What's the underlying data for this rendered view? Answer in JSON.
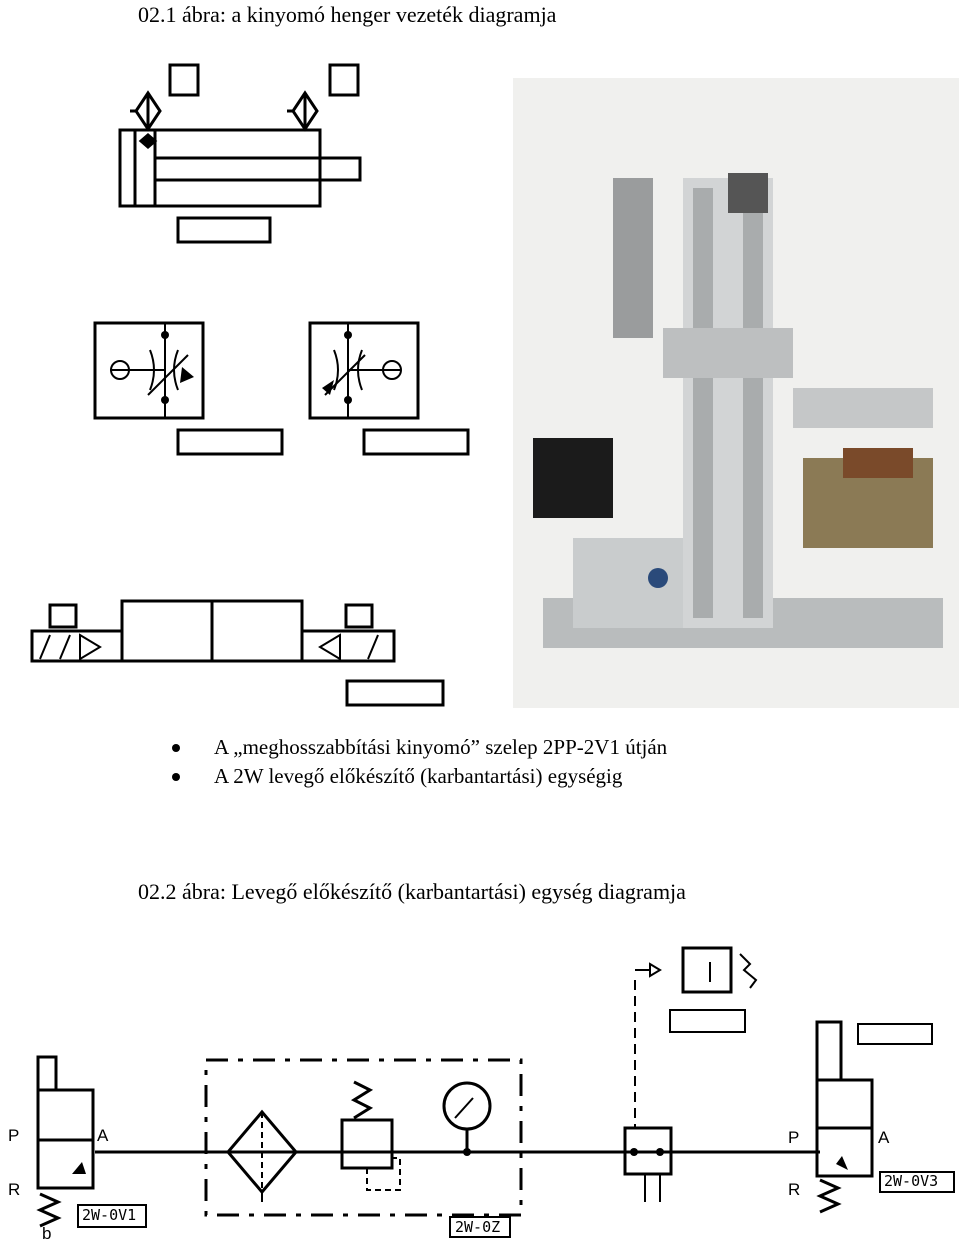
{
  "figures": {
    "fig1": {
      "caption": "02.1 ábra: a kinyomó henger vezeték diagramja"
    },
    "fig2": {
      "caption": "02.2 ábra: Levegő előkészítő (karbantartási) egység diagramja",
      "labels": {
        "left_valve": "2W-0V1",
        "service_unit": "2W-0Z",
        "right_valve": "2W-0V3",
        "port_p": "P",
        "port_a": "A",
        "port_r": "R",
        "port_b": "b"
      }
    }
  },
  "bullets": [
    "A „meghosszabbítási kinyomó” szelep 2PP-2V1 útján",
    "A 2W levegő előkészítő (karbantartási) egységig"
  ]
}
